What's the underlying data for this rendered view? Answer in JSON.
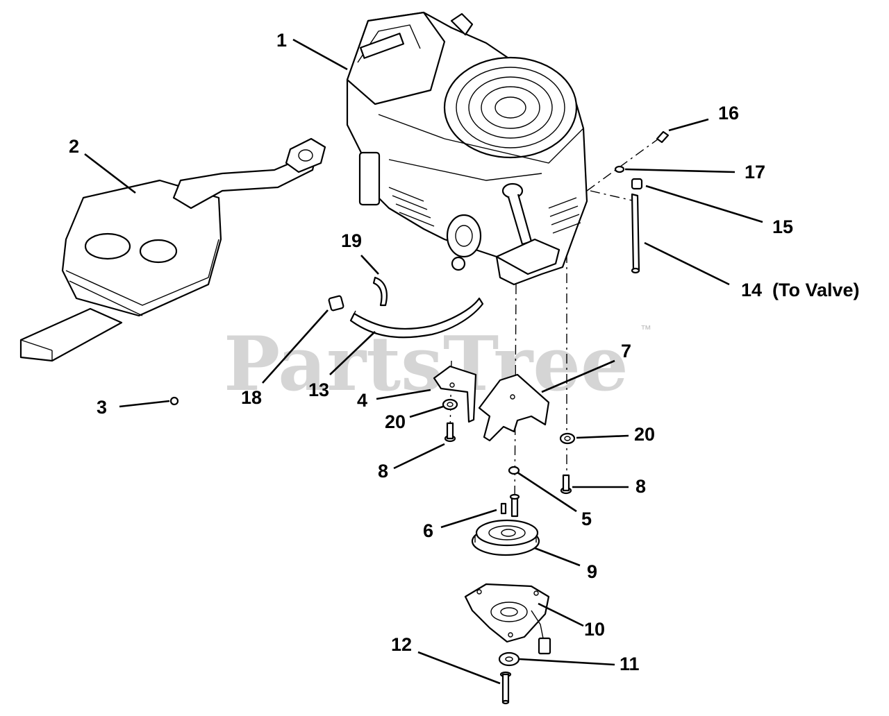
{
  "watermark": {
    "brand": "PartsTree",
    "trademark": "™"
  },
  "callouts": {
    "c1": "1",
    "c2": "2",
    "c3": "3",
    "c4": "4",
    "c5": "5",
    "c6": "6",
    "c7": "7",
    "c8a": "8",
    "c8b": "8",
    "c9": "9",
    "c10": "10",
    "c11": "11",
    "c12": "12",
    "c13": "13",
    "c14": "14",
    "c14_note": "(To Valve)",
    "c15": "15",
    "c16": "16",
    "c17": "17",
    "c18": "18",
    "c19": "19",
    "c20a": "20",
    "c20b": "20"
  }
}
